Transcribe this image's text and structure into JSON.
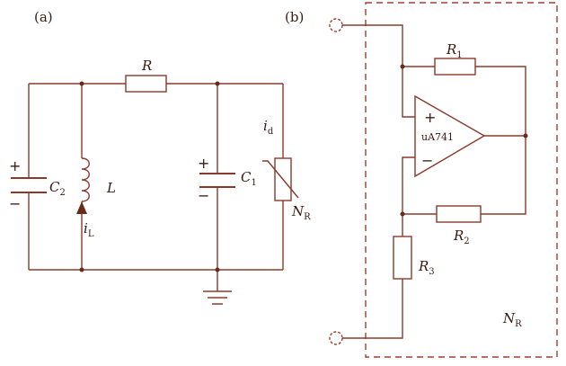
{
  "panel_a": {
    "tag": "(a)",
    "R": "R",
    "C2": {
      "main": "C",
      "sub": "2"
    },
    "L": "L",
    "iL": {
      "main": "i",
      "sub": "L"
    },
    "C1": {
      "main": "C",
      "sub": "1"
    },
    "id": {
      "main": "i",
      "sub": "d"
    },
    "NR": {
      "main": "N",
      "sub": "R"
    },
    "plus": "+",
    "minus": "−"
  },
  "panel_b": {
    "tag": "(b)",
    "R1": {
      "main": "R",
      "sub": "1"
    },
    "R2": {
      "main": "R",
      "sub": "2"
    },
    "R3": {
      "main": "R",
      "sub": "3"
    },
    "opamp": "uA741",
    "plus": "+",
    "minus": "−",
    "NR": {
      "main": "N",
      "sub": "R"
    }
  },
  "colors": {
    "wire": "#8a3a2a",
    "dash": "#a04030",
    "text": "#3a1a10"
  }
}
